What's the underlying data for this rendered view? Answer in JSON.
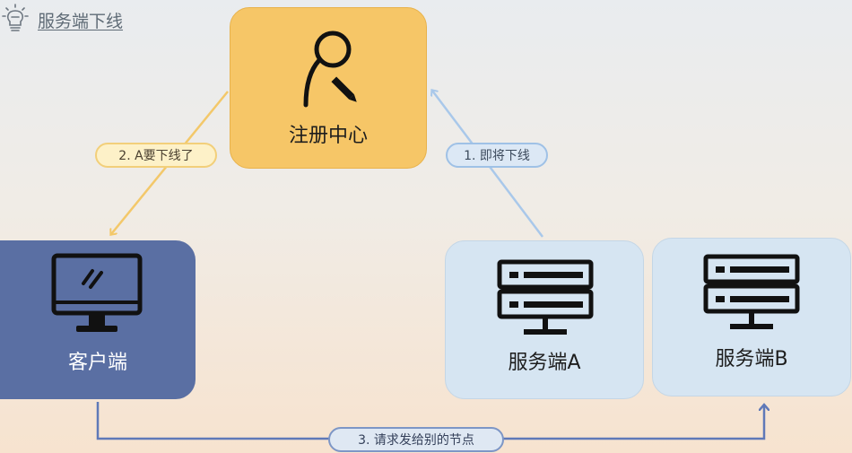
{
  "header": {
    "title": "服务端下线",
    "icon": "lightbulb-icon"
  },
  "nodes": {
    "registry": {
      "label": "注册中心",
      "icon": "user-edit-icon"
    },
    "client": {
      "label": "客户端",
      "icon": "monitor-icon"
    },
    "server_a": {
      "label": "服务端A",
      "icon": "server-icon"
    },
    "server_b": {
      "label": "服务端B",
      "icon": "server-icon"
    }
  },
  "edges": {
    "step1": {
      "label": "1. 即将下线",
      "from": "服务端A",
      "to": "注册中心"
    },
    "step2": {
      "label": "2. A要下线了",
      "from": "注册中心",
      "to": "客户端"
    },
    "step3": {
      "label": "3. 请求发给别的节点",
      "from": "客户端",
      "to": "服务端B"
    }
  },
  "colors": {
    "registry": "#f6c667",
    "client": "#5a6fa3",
    "server": "#d6e5f2",
    "arrow_yellow": "#f3c86a",
    "arrow_blue_light": "#a9c8ea",
    "arrow_blue_dark": "#5f79b8"
  }
}
